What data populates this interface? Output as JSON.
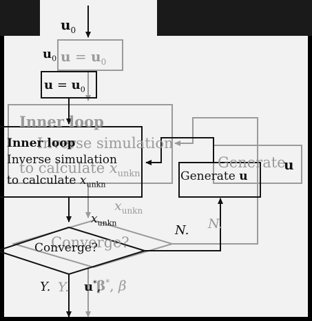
{
  "diagram": {
    "input_label": "u",
    "input_sub": "0",
    "init_step": {
      "lhs_prefix": "u",
      "lhs_sub": "0",
      "text_lhs": "u",
      "text_eq": " = ",
      "text_rhs": "u",
      "text_rhs_sub": "0"
    },
    "inner_loop": {
      "title": "Inner loop",
      "line2": "Inverse simulation",
      "line3": "to calculate ",
      "var": "x",
      "var_sub": "unkn"
    },
    "generate": {
      "text": "Generate ",
      "var": "u"
    },
    "decision": {
      "text": "Converge?"
    },
    "branch_no": "N.",
    "branch_yes": "Y.",
    "output": {
      "u": "u",
      "beta_bold": "β",
      "beta_plain": "β",
      "star": "*",
      "sep": ", "
    },
    "arrow_label_x": "x",
    "arrow_label_sub": "unkn",
    "colors": {
      "background": "#f2f2f2",
      "ink": "#111111",
      "ghost": "#9a9a9a",
      "frame": "#000000"
    }
  }
}
